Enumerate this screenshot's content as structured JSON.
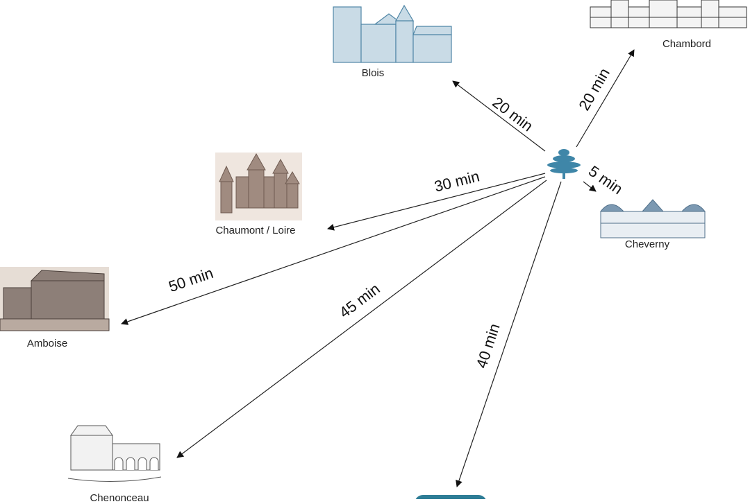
{
  "origin": {
    "icon": "cedar-tree-icon",
    "color": "#3f86a8"
  },
  "destinations": [
    {
      "id": "blois",
      "name": "Blois",
      "time": "20 min"
    },
    {
      "id": "chambord",
      "name": "Chambord",
      "time": "20 min"
    },
    {
      "id": "cheverny",
      "name": "Cheverny",
      "time": "5 min"
    },
    {
      "id": "chaumont",
      "name": "Chaumont / Loire",
      "time": "30 min"
    },
    {
      "id": "amboise",
      "name": "Amboise",
      "time": "50 min"
    },
    {
      "id": "chenonceau",
      "name": "Chenonceau",
      "time": "45 min"
    },
    {
      "id": "bottom",
      "name": "",
      "time": "40 min"
    }
  ],
  "colors": {
    "accent": "#2e7d96",
    "sketch_blue": "#4f86a6",
    "sepia": "#7a6a60"
  }
}
